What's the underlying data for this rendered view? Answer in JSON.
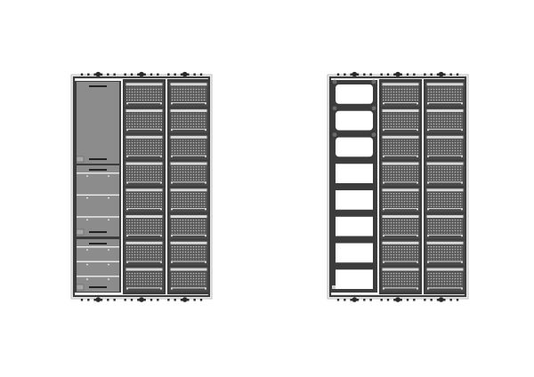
{
  "colors": {
    "background": "#ffffff",
    "frame_outline": "#b0b0b0",
    "frame_fill": "#f4f4f4",
    "rail_dark": "#3c3c3c",
    "panel_gray": "#8c8c8c",
    "panel_gray_light": "#a6a6a6",
    "module_dark": "#4a4a4a",
    "module_mesh": "#9a9a9a",
    "slot_white": "#ffffff",
    "cable_gland": "#2a2a2a"
  },
  "icons": {
    "cable_gland": "cable-gland-icon",
    "mounting_bracket": "mounting-bracket-icon",
    "perforated_module": "perforated-module-icon"
  },
  "left_cabinet": {
    "columns": 3,
    "modules_per_column": 8,
    "first_column_sections": 3
  },
  "right_cabinet": {
    "columns": 3,
    "modules_per_column": 8,
    "open_slots": 8
  }
}
